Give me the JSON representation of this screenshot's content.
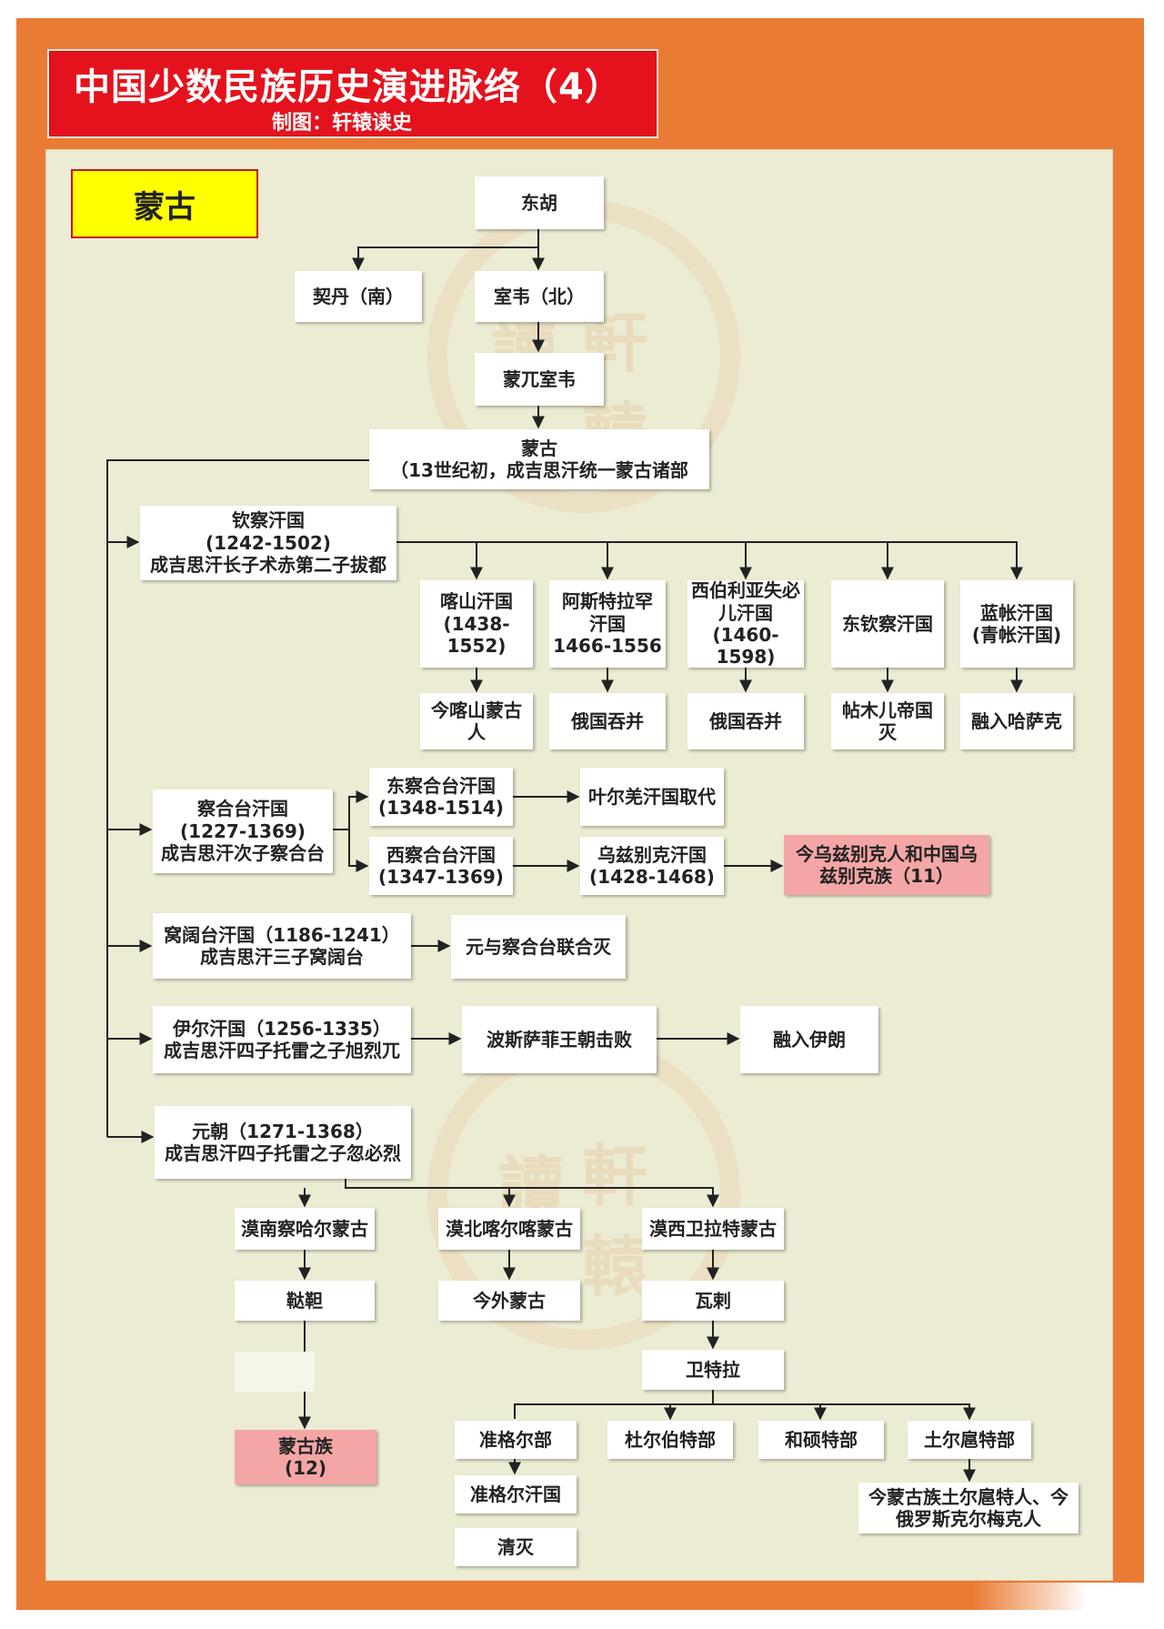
{
  "header": {
    "title": "中国少数民族历史演进脉络（4）",
    "author": "制图：轩辕读史"
  },
  "section_tag": "蒙古",
  "watermark": {
    "chars": [
      "軒",
      "讀",
      "轅"
    ]
  },
  "colors": {
    "frame": "#ea7b34",
    "title_bg": "#e4121c",
    "tag_bg": "#ffff00",
    "highlight": "#f4a6a6",
    "canvas": "#ecebd3"
  },
  "nodes": {
    "donghu": "东胡",
    "qidan": "契丹（南）",
    "shiwei": "室韦（北）",
    "mengwu": "蒙兀室韦",
    "menggu": "蒙古\n（13世纪初，成吉思汗统一蒙古诸部",
    "qincha": "钦察汗国\n(1242-1502)\n成吉思汗长子术赤第二子拔都",
    "kashan": "喀山汗国\n(1438-1552)",
    "asite": "阿斯特拉罕\n汗国\n1466-1556",
    "xiboli": "西伯利亚失必\n儿汗国\n(1460-1598)",
    "dongqin": "东钦察汗国",
    "lanzhang": "蓝帐汗国\n(青帐汗国)",
    "jinkashan": "今喀山蒙古\n人",
    "etun1": "俄国吞并",
    "etun2": "俄国吞并",
    "tiemuer": "帖木儿帝国\n灭",
    "hasake": "融入哈萨克",
    "chahetai": "察合台汗国\n(1227-1369)\n成吉思汗次子察合台",
    "dongchahe": "东察合台汗国\n(1348-1514)",
    "xichahe": "西察合台汗国\n(1347-1369)",
    "yeerqiang": "叶尔羌汗国取代",
    "wuzibieke": "乌兹别克汗国\n(1428-1468)",
    "jinwuzi": "今乌兹别克人和中国乌\n兹别克族（11）",
    "wokuotai": "窝阔台汗国（1186-1241）\n成吉思汗三子窝阔台",
    "yuanyuchahe": "元与察合台联合灭",
    "yier": "伊尔汗国（1256-1335）\n成吉思汗四子托雷之子旭烈兀",
    "bosi": "波斯萨菲王朝击败",
    "yilang": "融入伊朗",
    "yuan": "元朝（1271-1368）\n成吉思汗四子托雷之子忽必烈",
    "chahaer": "漠南察哈尔蒙古",
    "kaerka": "漠北喀尔喀蒙古",
    "weilate": "漠西卫拉特蒙古",
    "dada": "鞑靼",
    "jinwai": "今外蒙古",
    "wala": "瓦剌",
    "weila": "卫特拉",
    "mengguzu": "蒙古族\n(12)",
    "zhungeer": "准格尔部",
    "duerbote": "杜尔伯特部",
    "heshuote": "和硕特部",
    "tuerhu": "土尔扈特部",
    "zhungeerhan": "准格尔汗国",
    "qingmie": "清灭",
    "jintuerhu": "今蒙古族土尔扈特人、今\n俄罗斯克尔梅克人"
  }
}
